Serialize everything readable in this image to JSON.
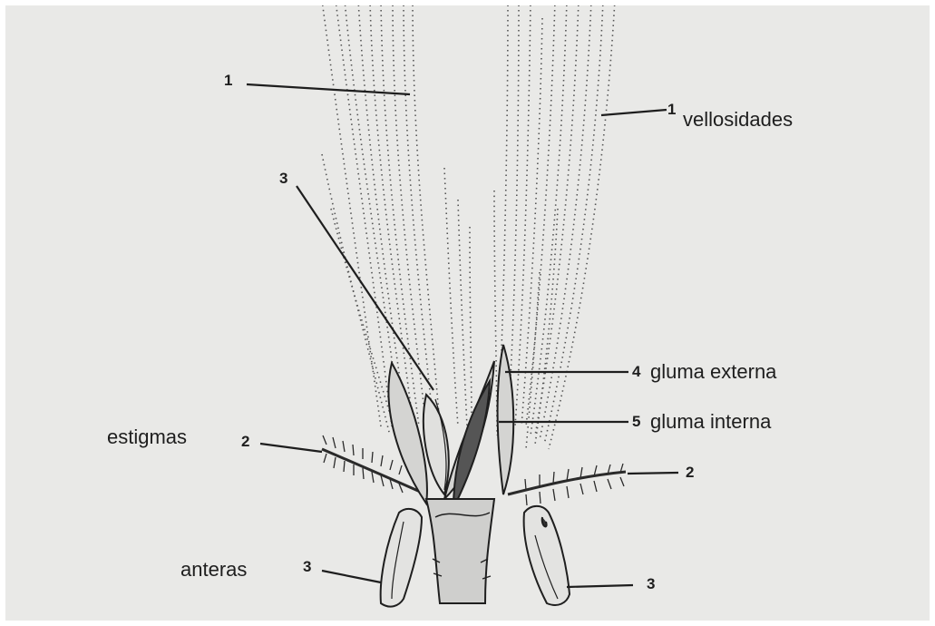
{
  "labels": {
    "vellosidades": {
      "number": "1",
      "number_top": "1",
      "text": "vellosidades"
    },
    "estambre_top": {
      "number": "3"
    },
    "gluma_externa": {
      "number": "4",
      "text": "gluma externa"
    },
    "gluma_interna": {
      "number": "5",
      "text": "gluma interna"
    },
    "estigmas": {
      "text": "estigmas",
      "number_left": "2",
      "number_right": "2"
    },
    "anteras": {
      "text": "anteras",
      "number_left": "3",
      "number_right": "3"
    }
  },
  "colors": {
    "paper": "#e9e9e7",
    "ink": "#1e1e1e"
  }
}
